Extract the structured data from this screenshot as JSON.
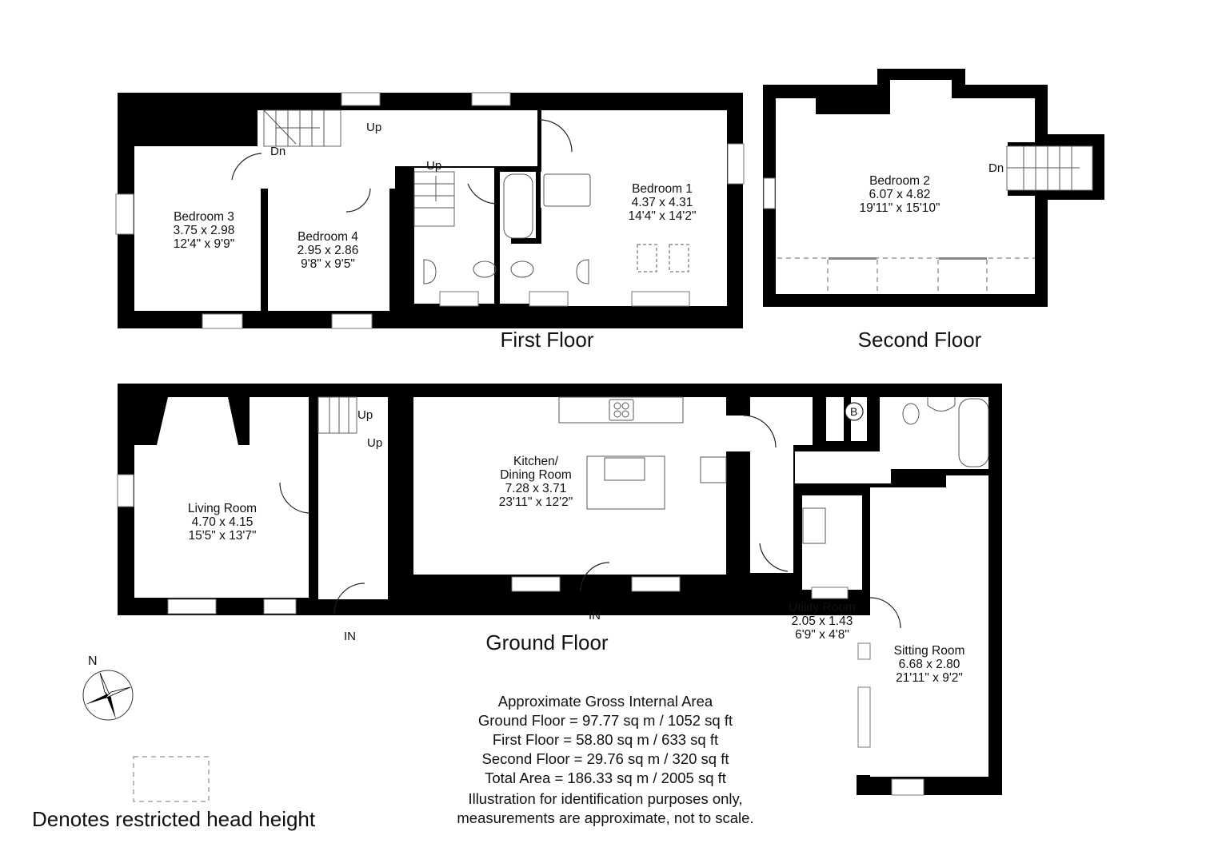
{
  "floors": {
    "first": {
      "title": "First Floor",
      "rooms": [
        {
          "name": "Bedroom 3",
          "metric": "3.75 x 2.98",
          "imperial": "12'4\" x 9'9\""
        },
        {
          "name": "Bedroom 4",
          "metric": "2.95 x 2.86",
          "imperial": "9'8\" x 9'5\""
        },
        {
          "name": "Bedroom 1",
          "metric": "4.37 x 4.31",
          "imperial": "14'4\" x 14'2\""
        }
      ],
      "stair_labels": [
        "Dn",
        "Up",
        "Up"
      ]
    },
    "second": {
      "title": "Second Floor",
      "rooms": [
        {
          "name": "Bedroom 2",
          "metric": "6.07 x 4.82",
          "imperial": "19'11\" x 15'10\""
        }
      ],
      "stair_labels": [
        "Dn"
      ]
    },
    "ground": {
      "title": "Ground Floor",
      "rooms": [
        {
          "name": "Living Room",
          "metric": "4.70 x 4.15",
          "imperial": "15'5\" x 13'7\""
        },
        {
          "name": "Kitchen/",
          "name2": "Dining Room",
          "metric": "7.28 x 3.71",
          "imperial": "23'11\" x 12'2\""
        },
        {
          "name": "Utility Room",
          "metric": "2.05 x 1.43",
          "imperial": "6'9\" x 4'8\""
        },
        {
          "name": "Sitting Room",
          "metric": "6.68 x 2.80",
          "imperial": "21'11\" x 9'2\""
        }
      ],
      "stair_labels": [
        "Up",
        "Up"
      ],
      "entrances": [
        "IN",
        "IN"
      ],
      "boiler_label": "B"
    }
  },
  "area_summary": {
    "heading": "Approximate Gross Internal Area",
    "lines": [
      "Ground Floor = 97.77 sq m / 1052 sq ft",
      "First Floor = 58.80 sq m / 633 sq ft",
      "Second Floor = 29.76 sq m / 320 sq ft",
      "Total Area = 186.33 sq m / 2005 sq ft"
    ],
    "disclaimer": [
      "Illustration for identification purposes only,",
      "measurements are approximate, not to scale."
    ]
  },
  "compass": {
    "label": "N",
    "icon": "compass-rose-icon"
  },
  "legend": {
    "text": "Denotes restricted head height",
    "icon": "dashed-rectangle-icon"
  }
}
